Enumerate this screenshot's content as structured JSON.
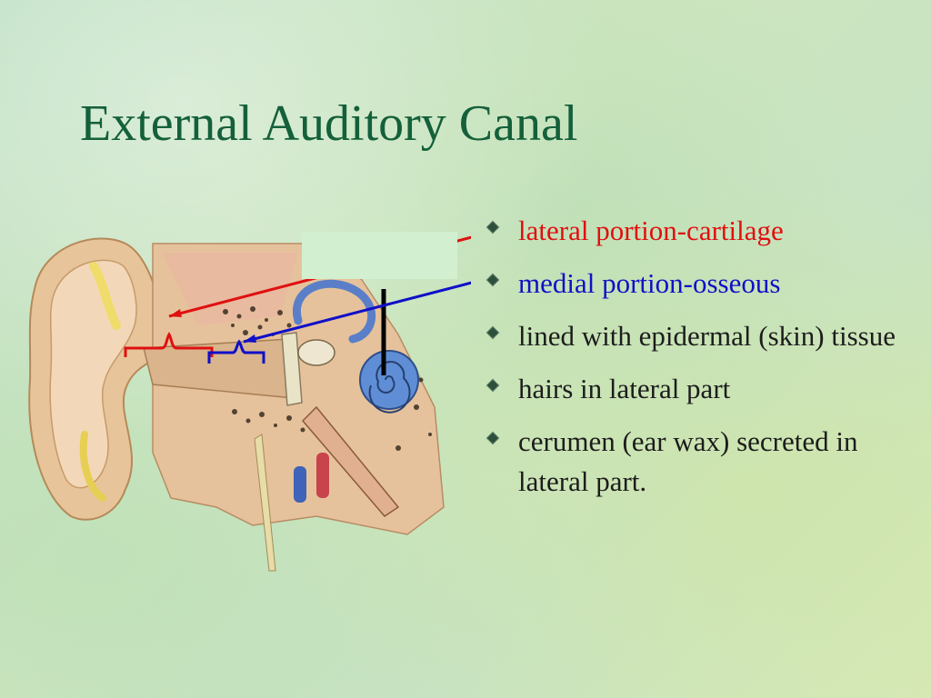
{
  "title": "External Auditory Canal",
  "bullets": [
    {
      "text": "lateral portion-cartilage",
      "color": "#e01010"
    },
    {
      "text": "medial portion-osseous",
      "color": "#1010c8"
    },
    {
      "text": "lined with epidermal (skin) tissue",
      "color": "#1c1c1c"
    },
    {
      "text": "hairs in lateral part",
      "color": "#1c1c1c"
    },
    {
      "text": "cerumen (ear wax) secreted in lateral part.",
      "color": "#1c1c1c"
    }
  ],
  "colors": {
    "title": "#14603a",
    "lateral": "#e01010",
    "medial": "#1010c8"
  },
  "figure": {
    "icon": "ear-anatomy-illustration"
  }
}
